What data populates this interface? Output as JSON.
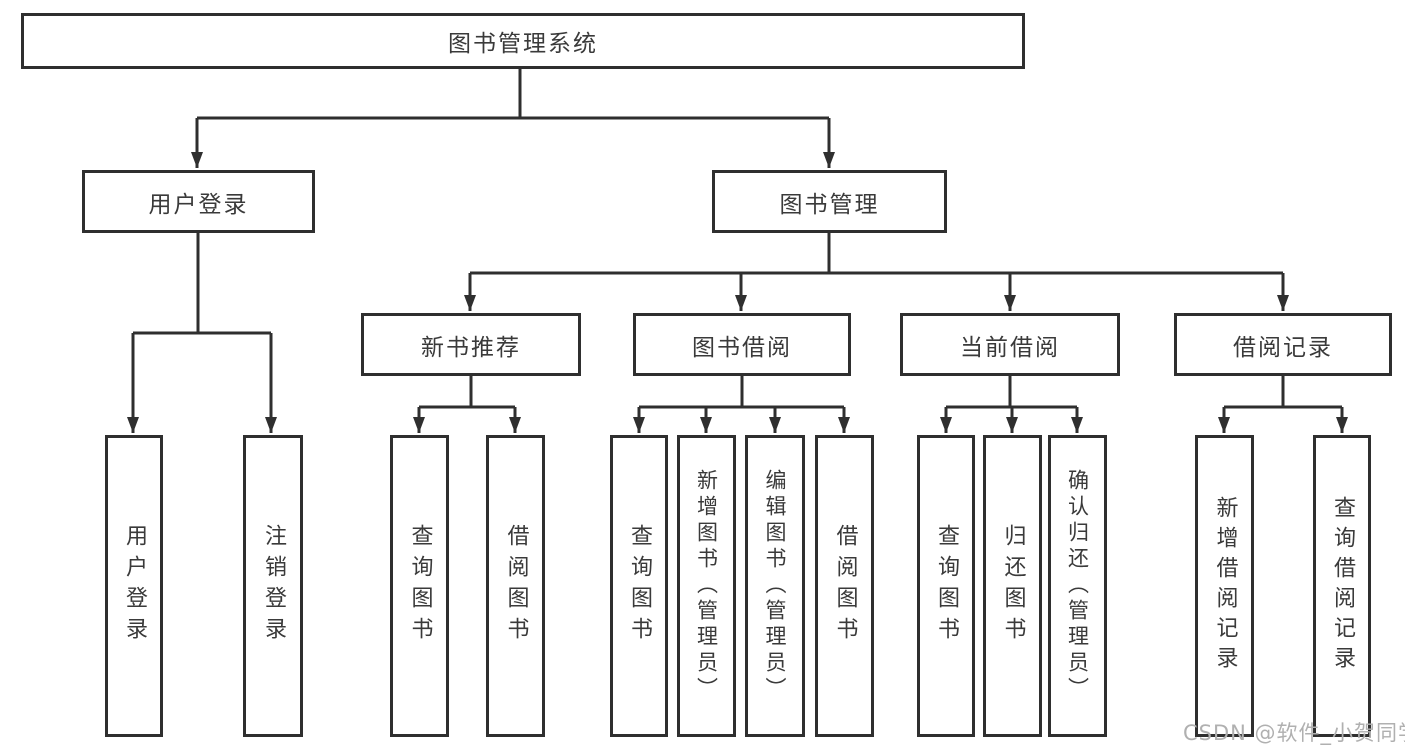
{
  "colors": {
    "line": "#2f2f2f",
    "box_fill": "#ffffff",
    "text": "#3a3a3a",
    "watermark": "#b0b0b0",
    "background": "#ffffff"
  },
  "watermark": {
    "text": "CSDN @软件_小贺同学"
  },
  "tree": {
    "root": {
      "label": "图书管理系统",
      "children": [
        {
          "label": "用户登录",
          "children": [
            {
              "label": "用户登录"
            },
            {
              "label": "注销登录"
            }
          ]
        },
        {
          "label": "图书管理",
          "children": [
            {
              "label": "新书推荐",
              "children": [
                {
                  "label": "查询图书"
                },
                {
                  "label": "借阅图书"
                }
              ]
            },
            {
              "label": "图书借阅",
              "children": [
                {
                  "label": "查询图书"
                },
                {
                  "label": "新增图书（管理员）"
                },
                {
                  "label": "编辑图书（管理员）"
                },
                {
                  "label": "借阅图书"
                }
              ]
            },
            {
              "label": "当前借阅",
              "children": [
                {
                  "label": "查询图书"
                },
                {
                  "label": "归还图书"
                },
                {
                  "label": "确认归还（管理员）"
                }
              ]
            },
            {
              "label": "借阅记录",
              "children": [
                {
                  "label": "新增借阅记录"
                },
                {
                  "label": "查询借阅记录"
                }
              ]
            }
          ]
        }
      ]
    }
  }
}
